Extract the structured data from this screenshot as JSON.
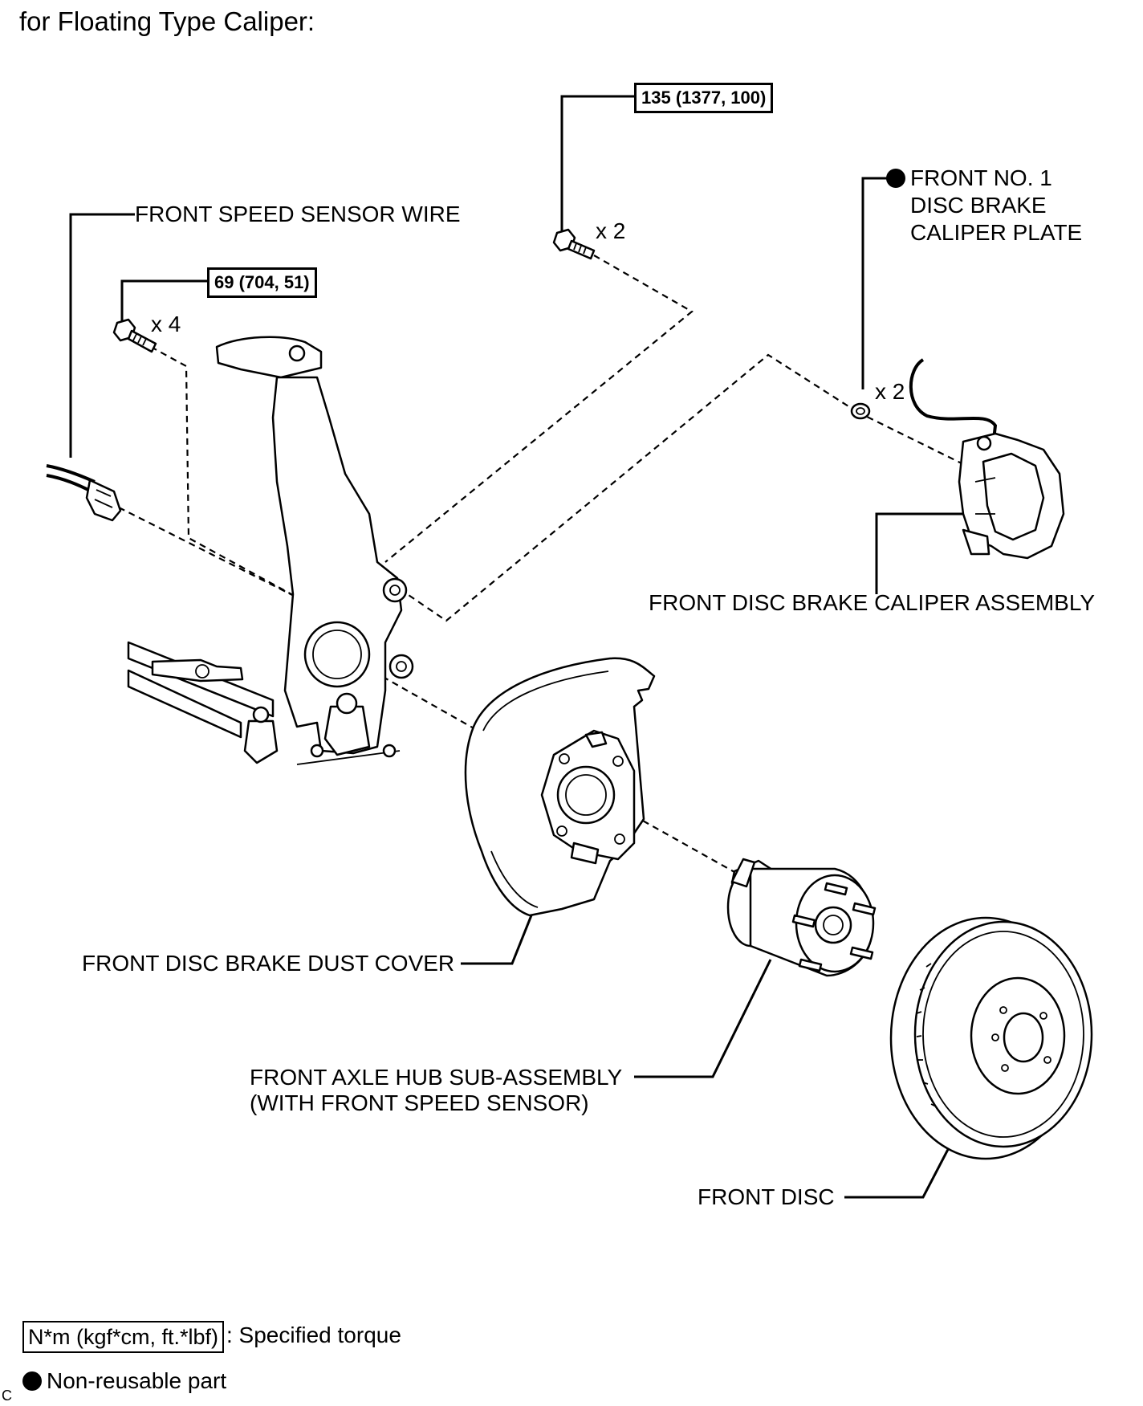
{
  "title": "for Floating Type Caliper:",
  "torque_specs": {
    "hub_bolt": "135 (1377, 100)",
    "knuckle_bolt": "69 (704, 51)"
  },
  "quantities": {
    "hub_bolt": "x 2",
    "knuckle_bolt": "x 4",
    "caliper_plate": "x 2"
  },
  "labels": {
    "speed_sensor_wire": "FRONT SPEED SENSOR WIRE",
    "caliper_plate_line1": "FRONT NO. 1",
    "caliper_plate_line2": "DISC BRAKE",
    "caliper_plate_line3": "CALIPER PLATE",
    "caliper_assembly": "FRONT DISC BRAKE CALIPER ASSEMBLY",
    "dust_cover": "FRONT DISC BRAKE DUST COVER",
    "axle_hub_line1": "FRONT AXLE HUB SUB-ASSEMBLY",
    "axle_hub_line2": "(WITH FRONT SPEED SENSOR)",
    "front_disc": "FRONT DISC"
  },
  "legend": {
    "torque_units": "N*m (kgf*cm, ft.*lbf)",
    "torque_desc": ": Specified torque",
    "non_reusable": "Non-reusable part"
  },
  "corner_mark": "C"
}
